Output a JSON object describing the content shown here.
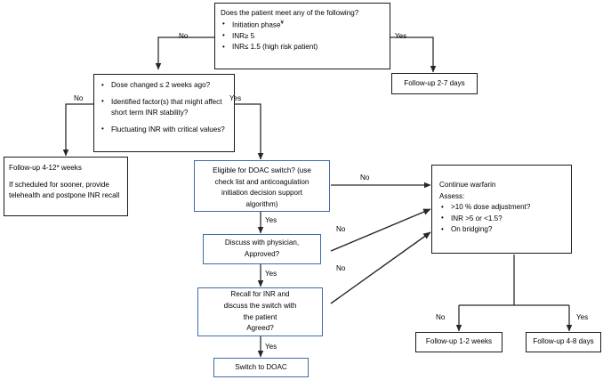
{
  "diagram": {
    "title": "Warfarin follow-up and DOAC switch decision flowchart",
    "colors": {
      "box_border": "#1a1a1a",
      "box_border_accent": "#3e6da7",
      "edge": "#262626",
      "text": "#000000",
      "background": "#ffffff"
    }
  },
  "nodes": {
    "meet_criteria": {
      "name": "does-patient-meet-any",
      "heading": "Does the patient meet any of the following?",
      "bullets": [
        "Initiation phase",
        "INR≥ 5",
        "INR≤ 1.5 (high risk patient)"
      ],
      "bullet0_superscript": "¥"
    },
    "dose_changed": {
      "name": "dose-changed-factors",
      "bullets": [
        "Dose changed ≤ 2 weeks ago?",
        "Identified factor(s) that might affect short term INR stability?",
        "Fluctuating INR with critical values?"
      ]
    },
    "followup_2_7": {
      "name": "follow-up-2-7-days",
      "label": "Follow-up 2-7 days"
    },
    "followup_4_12": {
      "name": "follow-up-4-12-weeks",
      "line1": "Follow-up 4-12* weeks",
      "line2": "If scheduled for sooner, provide telehealth and postpone INR recall"
    },
    "eligible_doac": {
      "name": "eligible-for-doac-switch",
      "lines": [
        "Eligible for DOAC switch? (use",
        "check list and anticoagulation",
        "initiation decision support",
        "algorithm)"
      ]
    },
    "discuss_physician": {
      "name": "discuss-with-physician",
      "lines": [
        "Discuss with physician,",
        "Approved?"
      ]
    },
    "recall_inr": {
      "name": "recall-for-inr-discuss-switch",
      "lines": [
        "Recall for INR and",
        "discuss the switch with",
        "the patient",
        "Agreed?"
      ]
    },
    "switch_doac": {
      "name": "switch-to-doac",
      "label": "Switch to DOAC"
    },
    "continue_warfarin": {
      "name": "continue-warfarin-assess",
      "line1": "Continue warfarin",
      "line2": "Assess:",
      "bullets": [
        ">10 % dose adjustment?",
        "INR >5 or <1.5?",
        "On bridging?"
      ]
    },
    "followup_1_2": {
      "name": "follow-up-1-2-weeks",
      "label": "Follow-up 1-2 weeks"
    },
    "followup_4_8": {
      "name": "follow-up-4-8-days",
      "label": "Follow-up 4-8 days"
    }
  },
  "edge_labels": {
    "top_no": "No",
    "top_yes": "Yes",
    "second_no": "No",
    "second_yes": "Yes",
    "doac_no": "No",
    "doac_yes": "Yes",
    "physician_no": "No",
    "physician_yes": "Yes",
    "recall_no": "No",
    "recall_yes": "Yes",
    "warfarin_no": "No",
    "warfarin_yes": "Yes"
  }
}
